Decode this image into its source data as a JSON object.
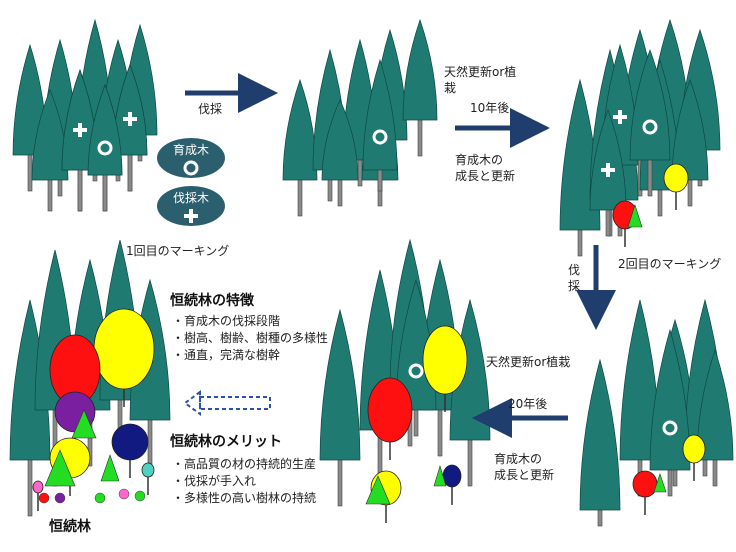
{
  "labels": {
    "harvest1": "伐採",
    "legend_keep": "育成木",
    "legend_cut": "伐採木",
    "marking1": "1回目のマーキング",
    "regen_top": "天然更新or植\n栽",
    "after10": "10年後",
    "growth_top": "育成木の\n成長と更新",
    "harvest2": "伐\n採",
    "marking2": "2回目のマーキング",
    "regen_bottom": "天然更新or植栽",
    "after20": "20年後",
    "growth_bottom": "育成木の\n成長と更新",
    "continuous_forest": "恒続林"
  },
  "features": {
    "title": "恒続林の特徴",
    "items": [
      "・育成木の伐採段階",
      "・樹高、樹齢、樹種の多様性",
      "・通直，完満な樹幹"
    ]
  },
  "merits": {
    "title": "恒続林のメリット",
    "items": [
      "・高品質の材の持続的生産",
      "・伐採が手入れ",
      "・多様性の高い樹林の持続"
    ]
  },
  "colors": {
    "conifer": "#1f7a72",
    "arrow": "#1f3e6e",
    "arrow_dashed": "#2a52a8",
    "legend": "#2c5f6e",
    "red": "#ff1010",
    "yellow": "#ffff00",
    "purple": "#7a1fa0",
    "navy": "#101a80",
    "green": "#22dd22"
  }
}
